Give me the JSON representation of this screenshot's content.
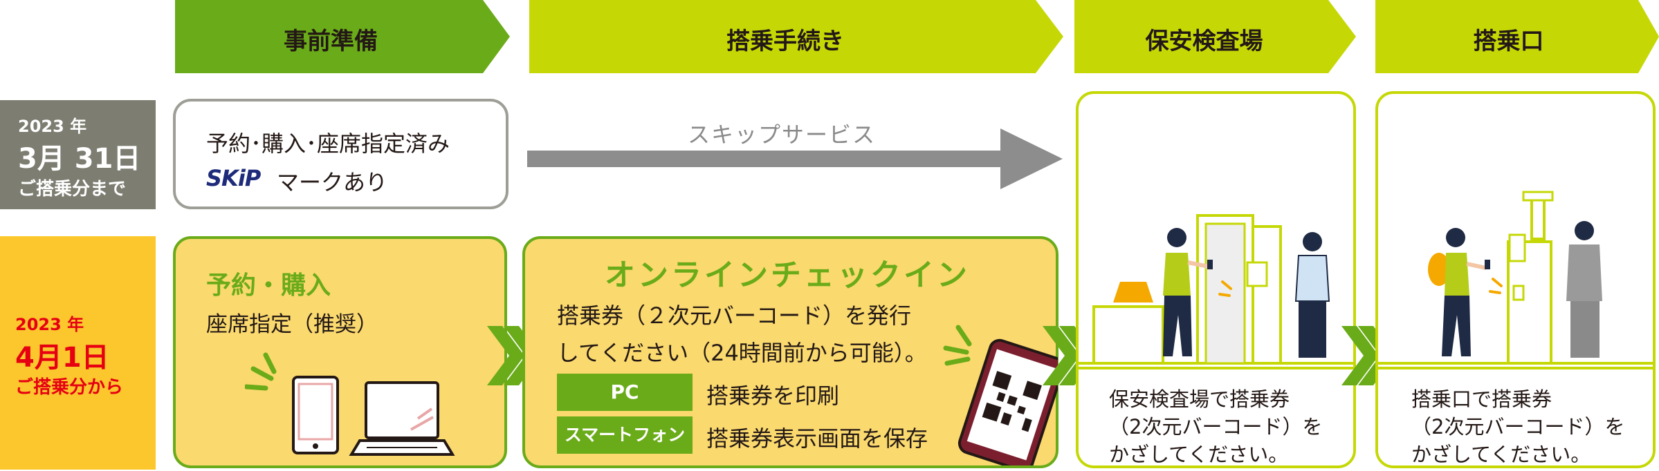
{
  "steps": [
    {
      "label": "事前準備"
    },
    {
      "label": "搭乗手続き"
    },
    {
      "label": "保安検査場"
    },
    {
      "label": "搭乗口"
    }
  ],
  "until": {
    "year_line": "2023 年",
    "date_line": "3月 31日",
    "sub_line": "ご搭乗分まで"
  },
  "from": {
    "year_line": "2023 年",
    "date_line": "4月1日",
    "sub_line": "ご搭乗分から"
  },
  "old_flow": {
    "line1": "予約･購入･座席指定済み",
    "skip_logo": "SKiP",
    "line2": "マークあり",
    "skip_service": "スキップサービス"
  },
  "prep": {
    "title": "予約・購入",
    "subtitle": "座席指定（推奨）"
  },
  "online": {
    "title": "オンラインチェックイン",
    "line1": "搭乗券（２次元バーコード）を発行",
    "line2": "してください（24時間前から可能）。",
    "pc_tag": "PC",
    "pc_text": "搭乗券を印刷",
    "sp_tag": "スマートフォン",
    "sp_text": "搭乗券表示画面を保存"
  },
  "security": {
    "line1": "保安検査場で搭乗券",
    "line2": "（2次元バーコード）を",
    "line3": "かざしてください。"
  },
  "gate": {
    "line1": "搭乗口で搭乗券",
    "line2": "（2次元バーコード）を",
    "line3": "かざしてください。"
  },
  "colors": {
    "dark_green": "#6aab19",
    "lime": "#c5d806",
    "yellow_card": "#fad96e",
    "date_gray": "#7d7d72",
    "date_yellow": "#fbc72d",
    "red": "#e60012",
    "navy": "#1d2b7a"
  }
}
